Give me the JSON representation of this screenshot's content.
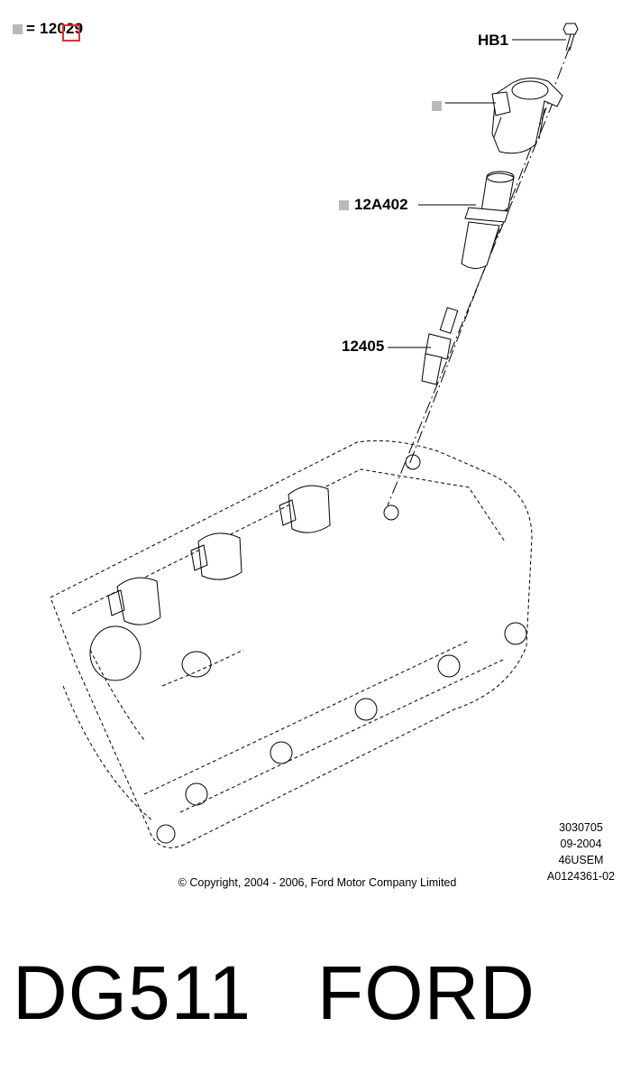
{
  "legend": {
    "label": "= 12029"
  },
  "callouts": {
    "hb1": "HB1",
    "coil": "",
    "boot": "12A402",
    "spark_plug": "12405"
  },
  "reference_codes": [
    "3030705",
    "09-2004",
    "46USEM",
    "A0124361-02"
  ],
  "copyright": "© Copyright, 2004 - 2006, Ford Motor Company Limited",
  "bottom_title": "DG511   FORD",
  "colors": {
    "legend_square": "#b9b9b9",
    "highlight_box": "#e0312f"
  }
}
